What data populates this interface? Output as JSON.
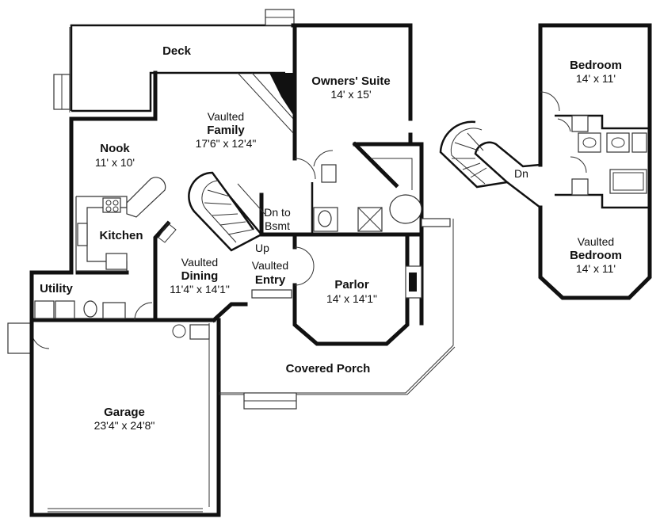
{
  "rooms": {
    "deck": {
      "name": "Deck"
    },
    "owners_suite": {
      "name": "Owners' Suite",
      "dims": "14' x 15'"
    },
    "family": {
      "prefix": "Vaulted",
      "name": "Family",
      "dims": "17'6\" x 12'4\""
    },
    "nook": {
      "name": "Nook",
      "dims": "11' x 10'"
    },
    "kitchen": {
      "name": "Kitchen"
    },
    "utility": {
      "name": "Utility"
    },
    "dining": {
      "prefix": "Vaulted",
      "name": "Dining",
      "dims": "11'4\" x 14'1\""
    },
    "entry": {
      "prefix": "Vaulted",
      "name": "Entry"
    },
    "parlor": {
      "name": "Parlor",
      "dims": "14' x 14'1\""
    },
    "covered_porch": {
      "name": "Covered Porch"
    },
    "garage": {
      "name": "Garage",
      "dims": "23'4\" x 24'8\""
    },
    "bedroom_1": {
      "name": "Bedroom",
      "dims": "14' x 11'"
    },
    "bedroom_2": {
      "prefix": "Vaulted",
      "name": "Bedroom",
      "dims": "14' x 11'"
    }
  },
  "stairs": {
    "down_to_basement_line1": "Dn to",
    "down_to_basement_line2": "Bsmt",
    "up": "Up",
    "upper_down": "Dn"
  }
}
